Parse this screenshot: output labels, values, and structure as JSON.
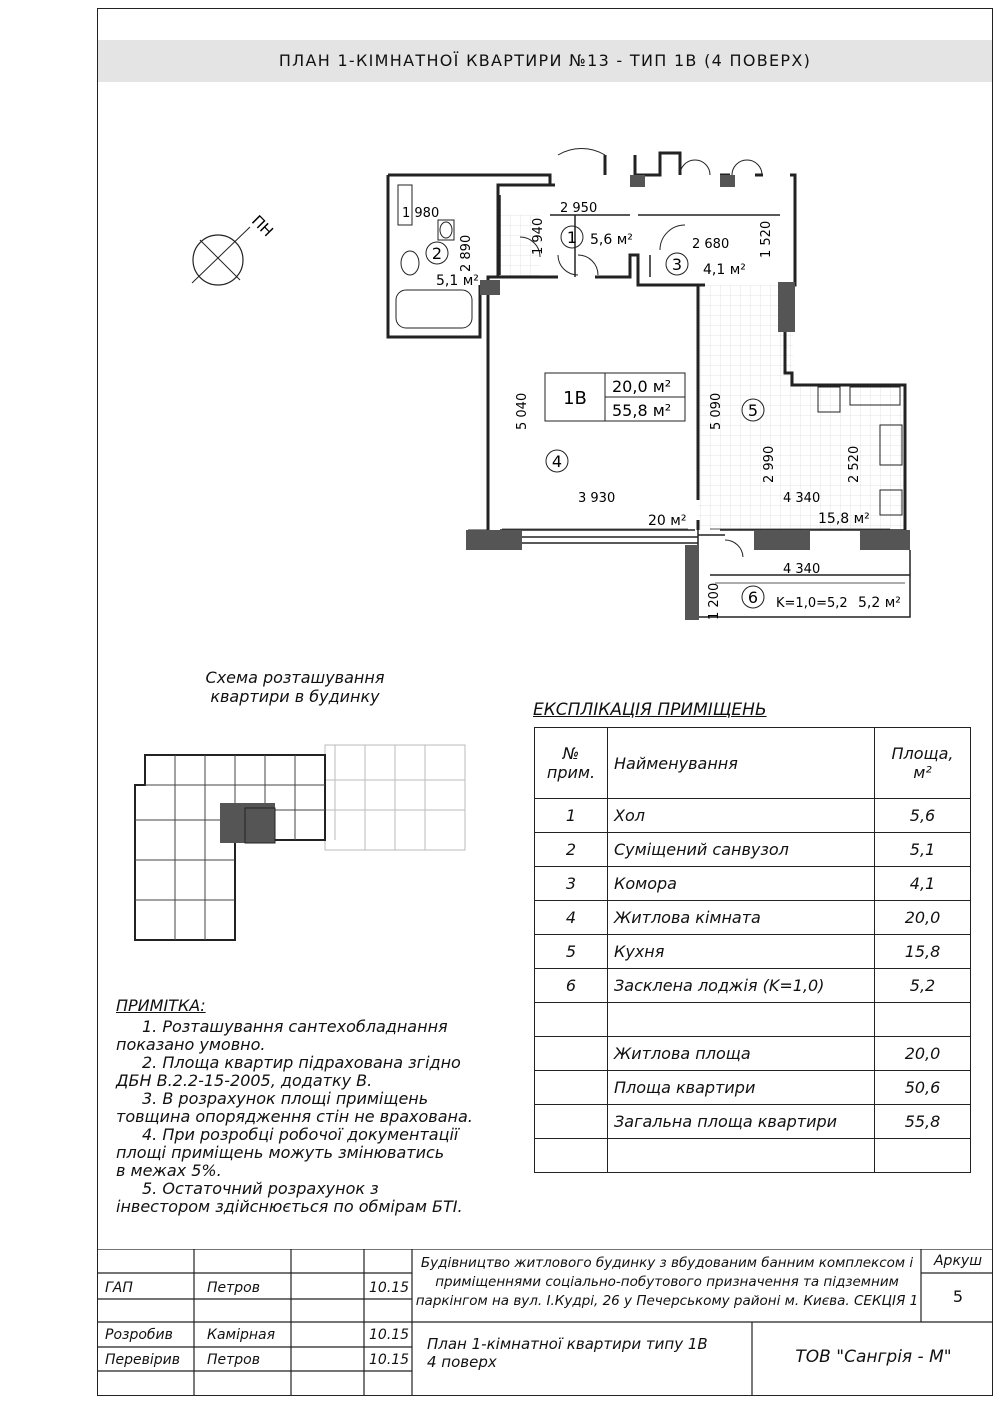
{
  "title": "ПЛАН 1-КІМНАТНОЇ КВАРТИРИ №13 - ТИП 1В (4 ПОВЕРХ)",
  "compass": {
    "label": "ПН"
  },
  "plan": {
    "apt_type": "1В",
    "living_area": "20,0 м²",
    "total_area": "55,8 м²",
    "rooms": [
      {
        "num": "1",
        "area": "5,6 м²"
      },
      {
        "num": "2",
        "area": "5,1 м²"
      },
      {
        "num": "3",
        "area": "4,1 м²"
      },
      {
        "num": "4",
        "area": "20 м²"
      },
      {
        "num": "5",
        "area": "15,8 м²"
      },
      {
        "num": "6",
        "area": "5,2 м²"
      }
    ],
    "loggia_coef": "K=1,0=5,2",
    "dims": [
      "1 980",
      "2 890",
      "2 950",
      "1 940",
      "2 680",
      "1 520",
      "5 040",
      "5 090",
      "3 930",
      "4 340",
      "2 990",
      "2 520",
      "4 340",
      "1 200"
    ]
  },
  "scheme_caption": [
    "Схема розташування",
    "квартири в будинку"
  ],
  "explication": {
    "title": "ЕКСПЛІКАЦІЯ ПРИМІЩЕНЬ",
    "headers": {
      "num1": "№",
      "num2": "прим.",
      "name": "Найменування",
      "area1": "Площа,",
      "area2": "м²"
    },
    "rows": [
      {
        "num": "1",
        "name": "Хол",
        "area": "5,6"
      },
      {
        "num": "2",
        "name": "Суміщений санвузол",
        "area": "5,1"
      },
      {
        "num": "3",
        "name": "Комора",
        "area": "4,1"
      },
      {
        "num": "4",
        "name": "Житлова кімната",
        "area": "20,0"
      },
      {
        "num": "5",
        "name": "Кухня",
        "area": "15,8"
      },
      {
        "num": "6",
        "name": "Засклена лоджія (K=1,0)",
        "area": "5,2"
      }
    ],
    "totals": [
      {
        "name": "Житлова площа",
        "area": "20,0"
      },
      {
        "name": "Площа квартири",
        "area": "50,6"
      },
      {
        "name": "Загальна площа квартири",
        "area": "55,8"
      }
    ]
  },
  "notes": {
    "title": "ПРИМІТКА:",
    "items": [
      "1. Розташування сантехобладнання",
      "показано умовно.",
      "2. Площа квартир підрахована згідно",
      "ДБН В.2.2-15-2005, додатку В.",
      "3. В розрахунок площі приміщень",
      "товщина опорядження стін не врахована.",
      "4. При розробці робочої документації",
      "площі приміщень можуть змінюватись",
      "в межах 5%.",
      "5. Остаточний розрахунок з",
      "інвестором здійснюється по обмірам БТІ."
    ]
  },
  "stamp": {
    "project": [
      "Будівництво житлового будинку з вбудованим банним комплексом і",
      "приміщеннями соціально-побутового призначення та підземним",
      "паркінгом на вул. І.Кудрі, 26 у Печерському районі м. Києва. СЕКЦІЯ 1"
    ],
    "sheet_label": "Аркуш",
    "sheet_num": "5",
    "drawing": [
      "План 1-кімнатної квартири типу 1В",
      "4 поверх"
    ],
    "company": "ТОВ \"Сангрія - М\"",
    "people": [
      {
        "role": "ГАП",
        "name": "Петров",
        "date": "10.15"
      },
      {
        "role": "Розробив",
        "name": "Камірная",
        "date": "10.15"
      },
      {
        "role": "Перевірив",
        "name": "Петров",
        "date": "10.15"
      }
    ]
  }
}
